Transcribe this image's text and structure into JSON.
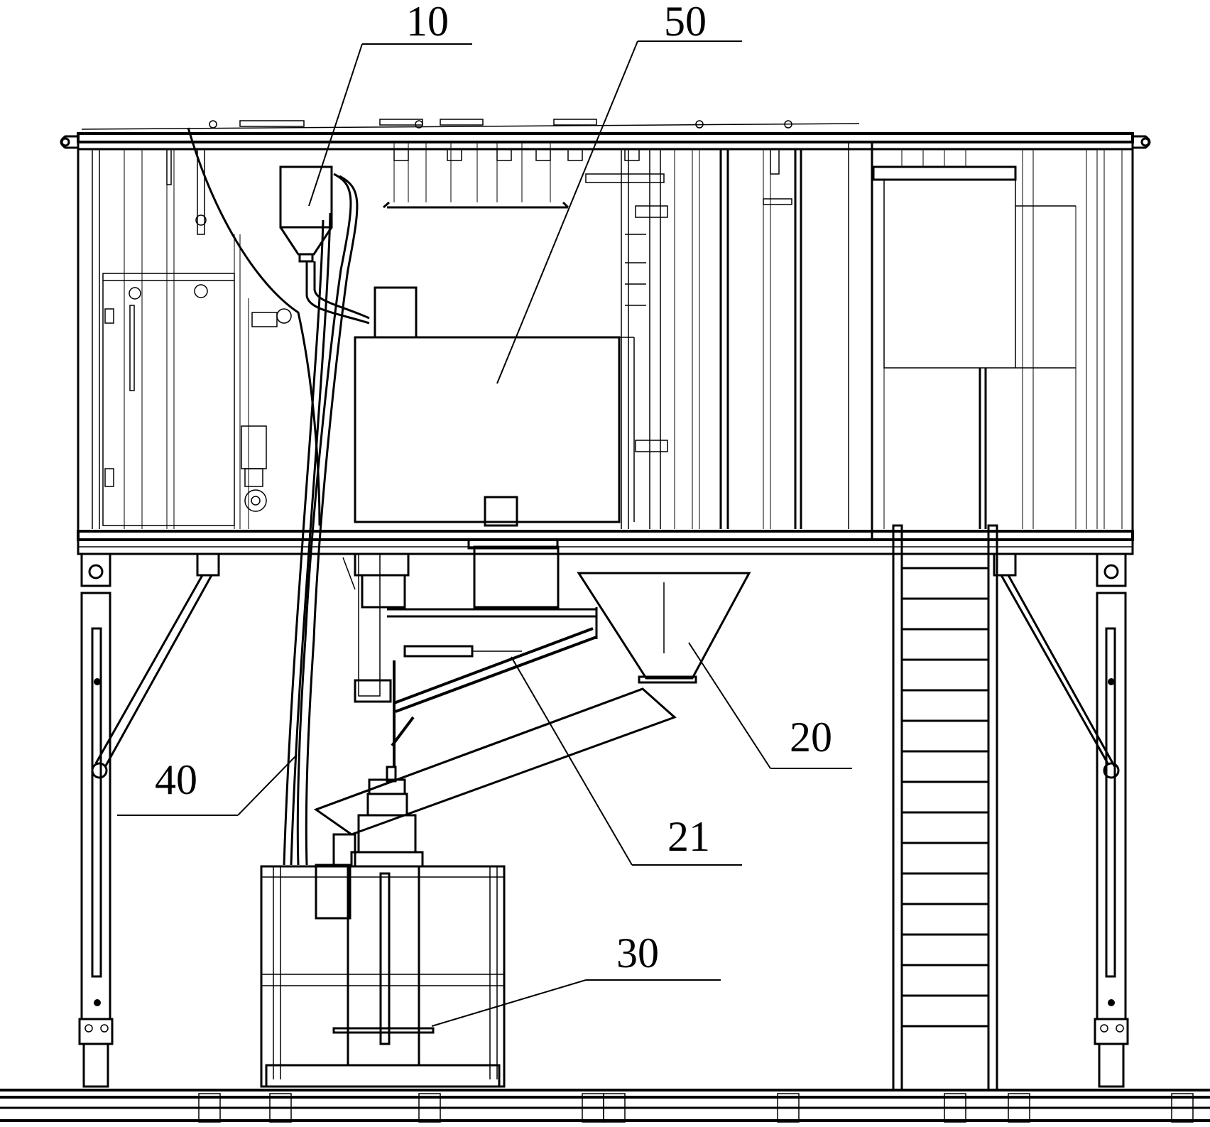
{
  "callouts": [
    {
      "id": "hopper",
      "label": "10"
    },
    {
      "id": "tank",
      "label": "50"
    },
    {
      "id": "funnel",
      "label": "20"
    },
    {
      "id": "chute",
      "label": "21"
    },
    {
      "id": "mixer",
      "label": "30"
    },
    {
      "id": "pipe",
      "label": "40"
    }
  ]
}
